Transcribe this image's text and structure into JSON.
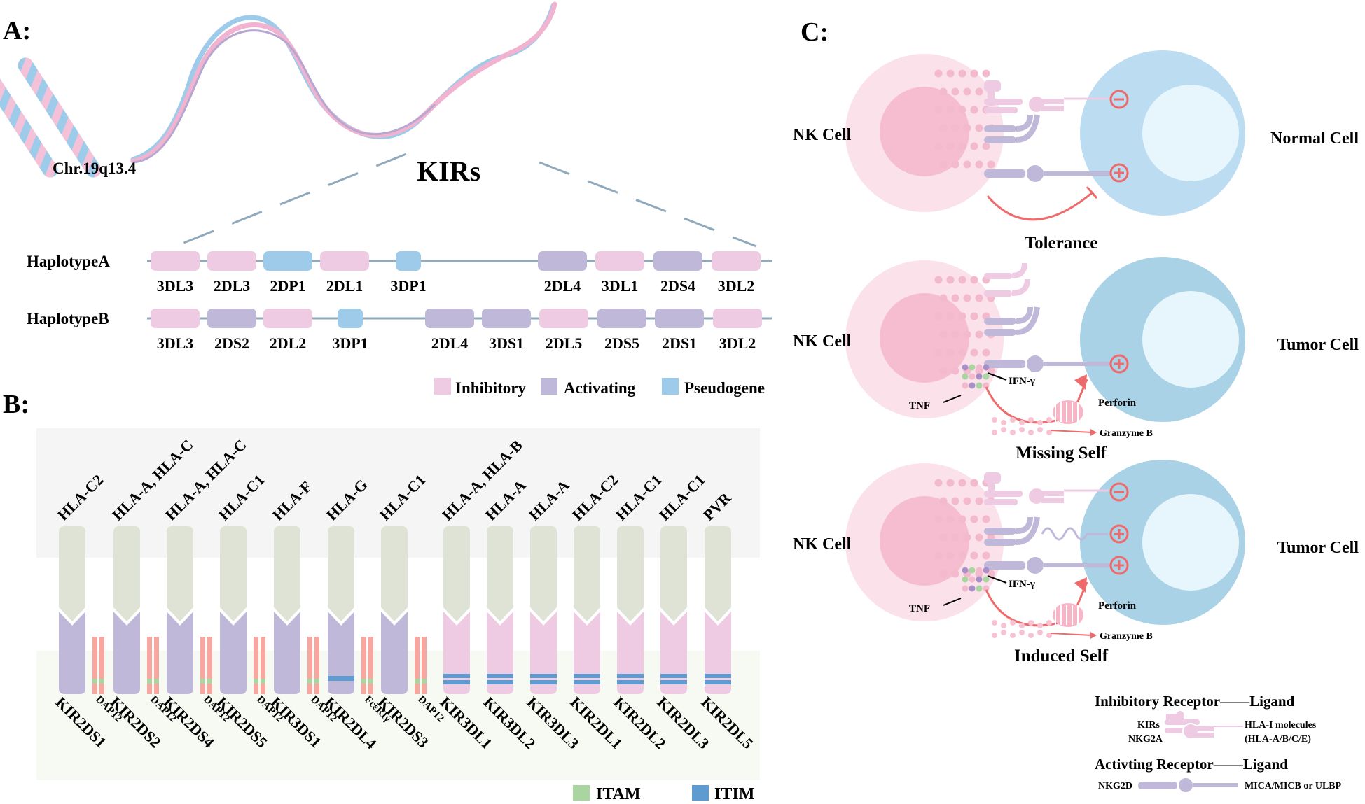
{
  "panelA": {
    "label": "A:",
    "chromosome_label": "Chr.19q13.4",
    "kirs_title": "KIRs",
    "haplotypes": [
      {
        "name": "HaplotypeA",
        "genes": [
          {
            "name": "3DL3",
            "type": "inhibitory"
          },
          {
            "name": "2DL3",
            "type": "inhibitory"
          },
          {
            "name": "2DP1",
            "type": "pseudogene"
          },
          {
            "name": "2DL1",
            "type": "inhibitory"
          },
          {
            "name": "3DP1",
            "type": "pseudogene"
          },
          {
            "name": "2DL4",
            "type": "activating"
          },
          {
            "name": "3DL1",
            "type": "inhibitory"
          },
          {
            "name": "2DS4",
            "type": "activating"
          },
          {
            "name": "3DL2",
            "type": "inhibitory"
          }
        ]
      },
      {
        "name": "HaplotypeB",
        "genes": [
          {
            "name": "3DL3",
            "type": "inhibitory"
          },
          {
            "name": "2DS2",
            "type": "activating"
          },
          {
            "name": "2DL2",
            "type": "inhibitory"
          },
          {
            "name": "3DP1",
            "type": "pseudogene"
          },
          {
            "name": "2DL4",
            "type": "activating"
          },
          {
            "name": "3DS1",
            "type": "activating"
          },
          {
            "name": "2DL5",
            "type": "inhibitory"
          },
          {
            "name": "2DS5",
            "type": "activating"
          },
          {
            "name": "2DS1",
            "type": "activating"
          },
          {
            "name": "3DL2",
            "type": "inhibitory"
          }
        ]
      }
    ],
    "legend": [
      {
        "label": "Inhibitory",
        "color": "#efcbe3"
      },
      {
        "label": "Activating",
        "color": "#c0b8d8"
      },
      {
        "label": "Pseudogene",
        "color": "#9ecbea"
      }
    ]
  },
  "panelB": {
    "label": "B:",
    "receptors": [
      {
        "name": "KIR2DS1",
        "ligand": "HLA-C2",
        "type": "activating",
        "adaptor": "DAP12",
        "motif": "ITAM"
      },
      {
        "name": "KIR2DS2",
        "ligand": "HLA-A, HLA-C",
        "type": "activating",
        "adaptor": "DAP12",
        "motif": "ITAM"
      },
      {
        "name": "KIR2DS4",
        "ligand": "HLA-A, HLA-C",
        "type": "activating",
        "adaptor": "DAP12",
        "motif": "ITAM"
      },
      {
        "name": "KIR2DS5",
        "ligand": "HLA-C1",
        "type": "activating",
        "adaptor": "DAP12",
        "motif": "ITAM"
      },
      {
        "name": "KIR3DS1",
        "ligand": "HLA-F",
        "type": "activating",
        "adaptor": "DAP12",
        "motif": "ITAM"
      },
      {
        "name": "KIR2DL4",
        "ligand": "HLA-G",
        "type": "activating",
        "adaptor": "FcεRIγ",
        "motif": "ITIM+ITAM"
      },
      {
        "name": "KIR2DS3",
        "ligand": "HLA-C1",
        "type": "activating",
        "adaptor": "DAP12",
        "motif": "ITAM"
      },
      {
        "name": "KIR3DL1",
        "ligand": "HLA-A, HLA-B",
        "type": "inhibitory",
        "adaptor": "",
        "motif": "ITIM"
      },
      {
        "name": "KIR3DL2",
        "ligand": "HLA-A",
        "type": "inhibitory",
        "adaptor": "",
        "motif": "ITIM"
      },
      {
        "name": "KIR3DL3",
        "ligand": "HLA-A",
        "type": "inhibitory",
        "adaptor": "",
        "motif": "ITIM"
      },
      {
        "name": "KIR2DL1",
        "ligand": "HLA-C2",
        "type": "inhibitory",
        "adaptor": "",
        "motif": "ITIM"
      },
      {
        "name": "KIR2DL2",
        "ligand": "HLA-C1",
        "type": "inhibitory",
        "adaptor": "",
        "motif": "ITIM"
      },
      {
        "name": "KIR2DL3",
        "ligand": "HLA-C1",
        "type": "inhibitory",
        "adaptor": "",
        "motif": "ITIM"
      },
      {
        "name": "KIR2DL5",
        "ligand": "PVR",
        "type": "inhibitory",
        "adaptor": "",
        "motif": "ITIM"
      }
    ],
    "legend": [
      {
        "label": "ITAM",
        "color": "#a8d5a0"
      },
      {
        "label": "ITIM",
        "color": "#5e9bd0"
      }
    ]
  },
  "panelC": {
    "label": "C:",
    "scenarios": [
      {
        "left": "NK Cell",
        "right": "Normal Cell",
        "caption": "Tolerance"
      },
      {
        "left": "NK Cell",
        "right": "Tumor Cell",
        "caption": "Missing Self",
        "ifn": "IFN-γ",
        "tnf": "TNF",
        "perforin": "Perforin",
        "granzyme": "Granzyme B"
      },
      {
        "left": "NK Cell",
        "right": "Tumor Cell",
        "caption": "Induced Self",
        "ifn": "IFN-γ",
        "tnf": "TNF",
        "perforin": "Perforin",
        "granzyme": "Granzyme B"
      }
    ],
    "legend": {
      "inhibitory_title": "Inhibitory Receptor——Ligand",
      "inhibitory_left1": "KIRs",
      "inhibitory_left2": "NKG2A",
      "inhibitory_right1": "HLA-I molecules",
      "inhibitory_right2": "(HLA-A/B/C/E)",
      "activating_title": "Activting Receptor——Ligand",
      "activating_left": "NKG2D",
      "activating_right": "MICA/MICB or ULBP"
    }
  },
  "colors": {
    "inhibitory": "#efcbe3",
    "activating": "#c0b8d8",
    "pseudogene": "#9ecbea",
    "ligand": "#dfe3d6",
    "adaptor": "#f7a7a0",
    "itam": "#a8d5a0",
    "itim": "#5e9bd0",
    "nk_outer": "#fbe1ea",
    "nk_nucleus": "#f6bcd0",
    "target_outer": "#bcdcf2",
    "tumor_outer": "#a9d2e6",
    "target_nucleus": "#e6f6fc",
    "arrow": "#ef6b6b"
  }
}
